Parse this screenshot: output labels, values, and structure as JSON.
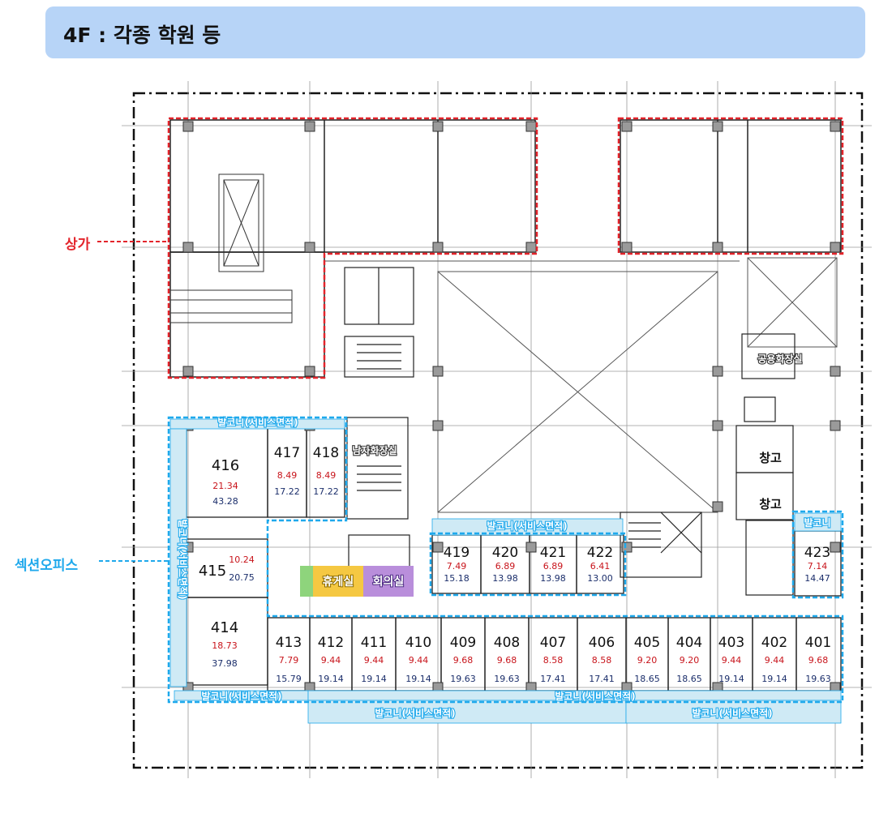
{
  "header": {
    "title": "4F : 각종 학원 등"
  },
  "legend": {
    "shop": "상가",
    "office": "섹션오피스"
  },
  "labels": {
    "balcony_full": "발코니(서비스면적)",
    "balcony_short": "발코니",
    "balcony_vertical": "발코니(서비스면적)",
    "mens_restroom": "남자화장실",
    "common_restroom": "공용화장실",
    "storage": "창고",
    "lounge": "휴게실",
    "meeting": "회의실"
  },
  "rooms": [
    {
      "num": "416",
      "area": "21.34",
      "total": "43.28"
    },
    {
      "num": "417",
      "area": "8.49",
      "total": "17.22"
    },
    {
      "num": "418",
      "area": "8.49",
      "total": "17.22"
    },
    {
      "num": "415",
      "area": "10.24",
      "total": "20.75"
    },
    {
      "num": "414",
      "area": "18.73",
      "total": "37.98"
    },
    {
      "num": "419",
      "area": "7.49",
      "total": "15.18"
    },
    {
      "num": "420",
      "area": "6.89",
      "total": "13.98"
    },
    {
      "num": "421",
      "area": "6.89",
      "total": "13.98"
    },
    {
      "num": "422",
      "area": "6.41",
      "total": "13.00"
    },
    {
      "num": "423",
      "area": "7.14",
      "total": "14.47"
    },
    {
      "num": "413",
      "area": "7.79",
      "total": "15.79"
    },
    {
      "num": "412",
      "area": "9.44",
      "total": "19.14"
    },
    {
      "num": "411",
      "area": "9.44",
      "total": "19.14"
    },
    {
      "num": "410",
      "area": "9.44",
      "total": "19.14"
    },
    {
      "num": "409",
      "area": "9.68",
      "total": "19.63"
    },
    {
      "num": "408",
      "area": "9.68",
      "total": "19.63"
    },
    {
      "num": "407",
      "area": "8.58",
      "total": "17.41"
    },
    {
      "num": "406",
      "area": "8.58",
      "total": "17.41"
    },
    {
      "num": "405",
      "area": "9.20",
      "total": "18.65"
    },
    {
      "num": "404",
      "area": "9.20",
      "total": "18.65"
    },
    {
      "num": "403",
      "area": "9.44",
      "total": "19.14"
    },
    {
      "num": "402",
      "area": "9.44",
      "total": "19.14"
    },
    {
      "num": "401",
      "area": "9.68",
      "total": "19.63"
    }
  ],
  "colors": {
    "shop": "#e3242b",
    "office": "#1fa9ec",
    "header": "#b7d4f7",
    "area": "#c8141b",
    "total": "#1b2e6b"
  }
}
